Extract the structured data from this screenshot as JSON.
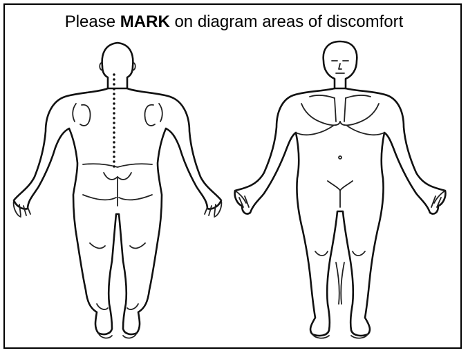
{
  "instruction": {
    "prefix": "Please",
    "emphasis": "MARK",
    "suffix": "on diagram areas of discomfort"
  },
  "figures": [
    {
      "view": "back",
      "icon": "body-back-icon"
    },
    {
      "view": "front",
      "icon": "body-front-icon"
    }
  ],
  "colors": {
    "line": "#111111",
    "background": "#ffffff",
    "border": "#000000"
  }
}
